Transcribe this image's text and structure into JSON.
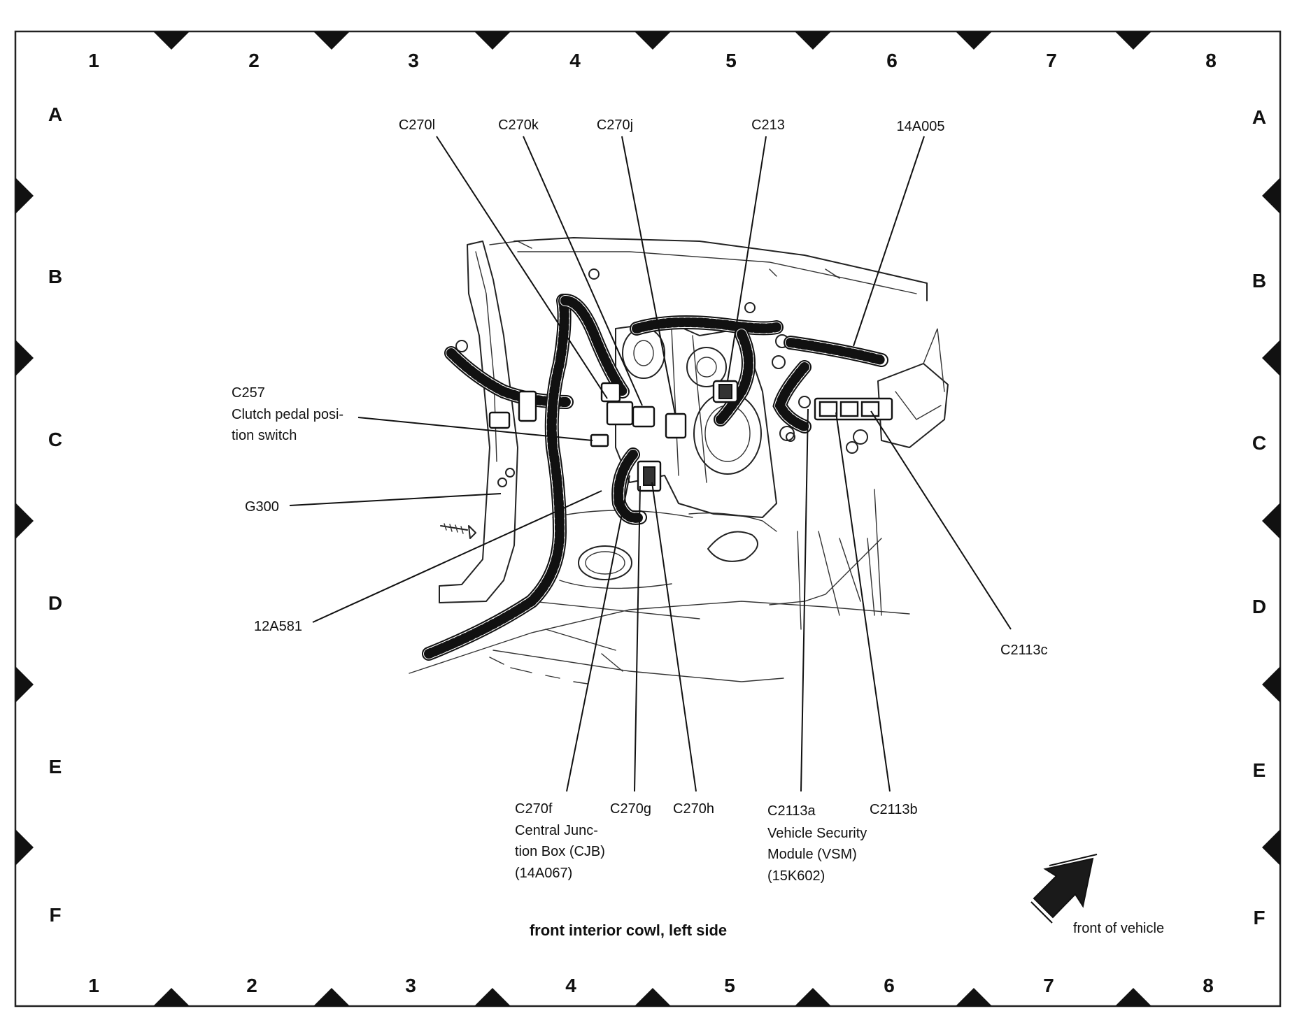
{
  "grid": {
    "columns": [
      "1",
      "2",
      "3",
      "4",
      "5",
      "6",
      "7",
      "8"
    ],
    "rows": [
      "A",
      "B",
      "C",
      "D",
      "E",
      "F"
    ]
  },
  "labels": {
    "c270l": "C270l",
    "c270k": "C270k",
    "c270j": "C270j",
    "c213": "C213",
    "a14a005": "14A005",
    "c257": "C257",
    "c257_desc_1": "Clutch pedal posi-",
    "c257_desc_2": "tion switch",
    "g300": "G300",
    "a12a581": "12A581",
    "c2113c": "C2113c",
    "c270f": "C270f",
    "cjb_1": "Central Junc-",
    "cjb_2": "tion Box (CJB)",
    "cjb_3": "(14A067)",
    "c270g": "C270g",
    "c270h": "C270h",
    "c2113a": "C2113a",
    "vsm_1": "Vehicle Security",
    "vsm_2": "Module (VSM)",
    "vsm_3": "(15K602)",
    "c2113b": "C2113b"
  },
  "caption": "front interior cowl, left side",
  "direction_label": "front of vehicle"
}
